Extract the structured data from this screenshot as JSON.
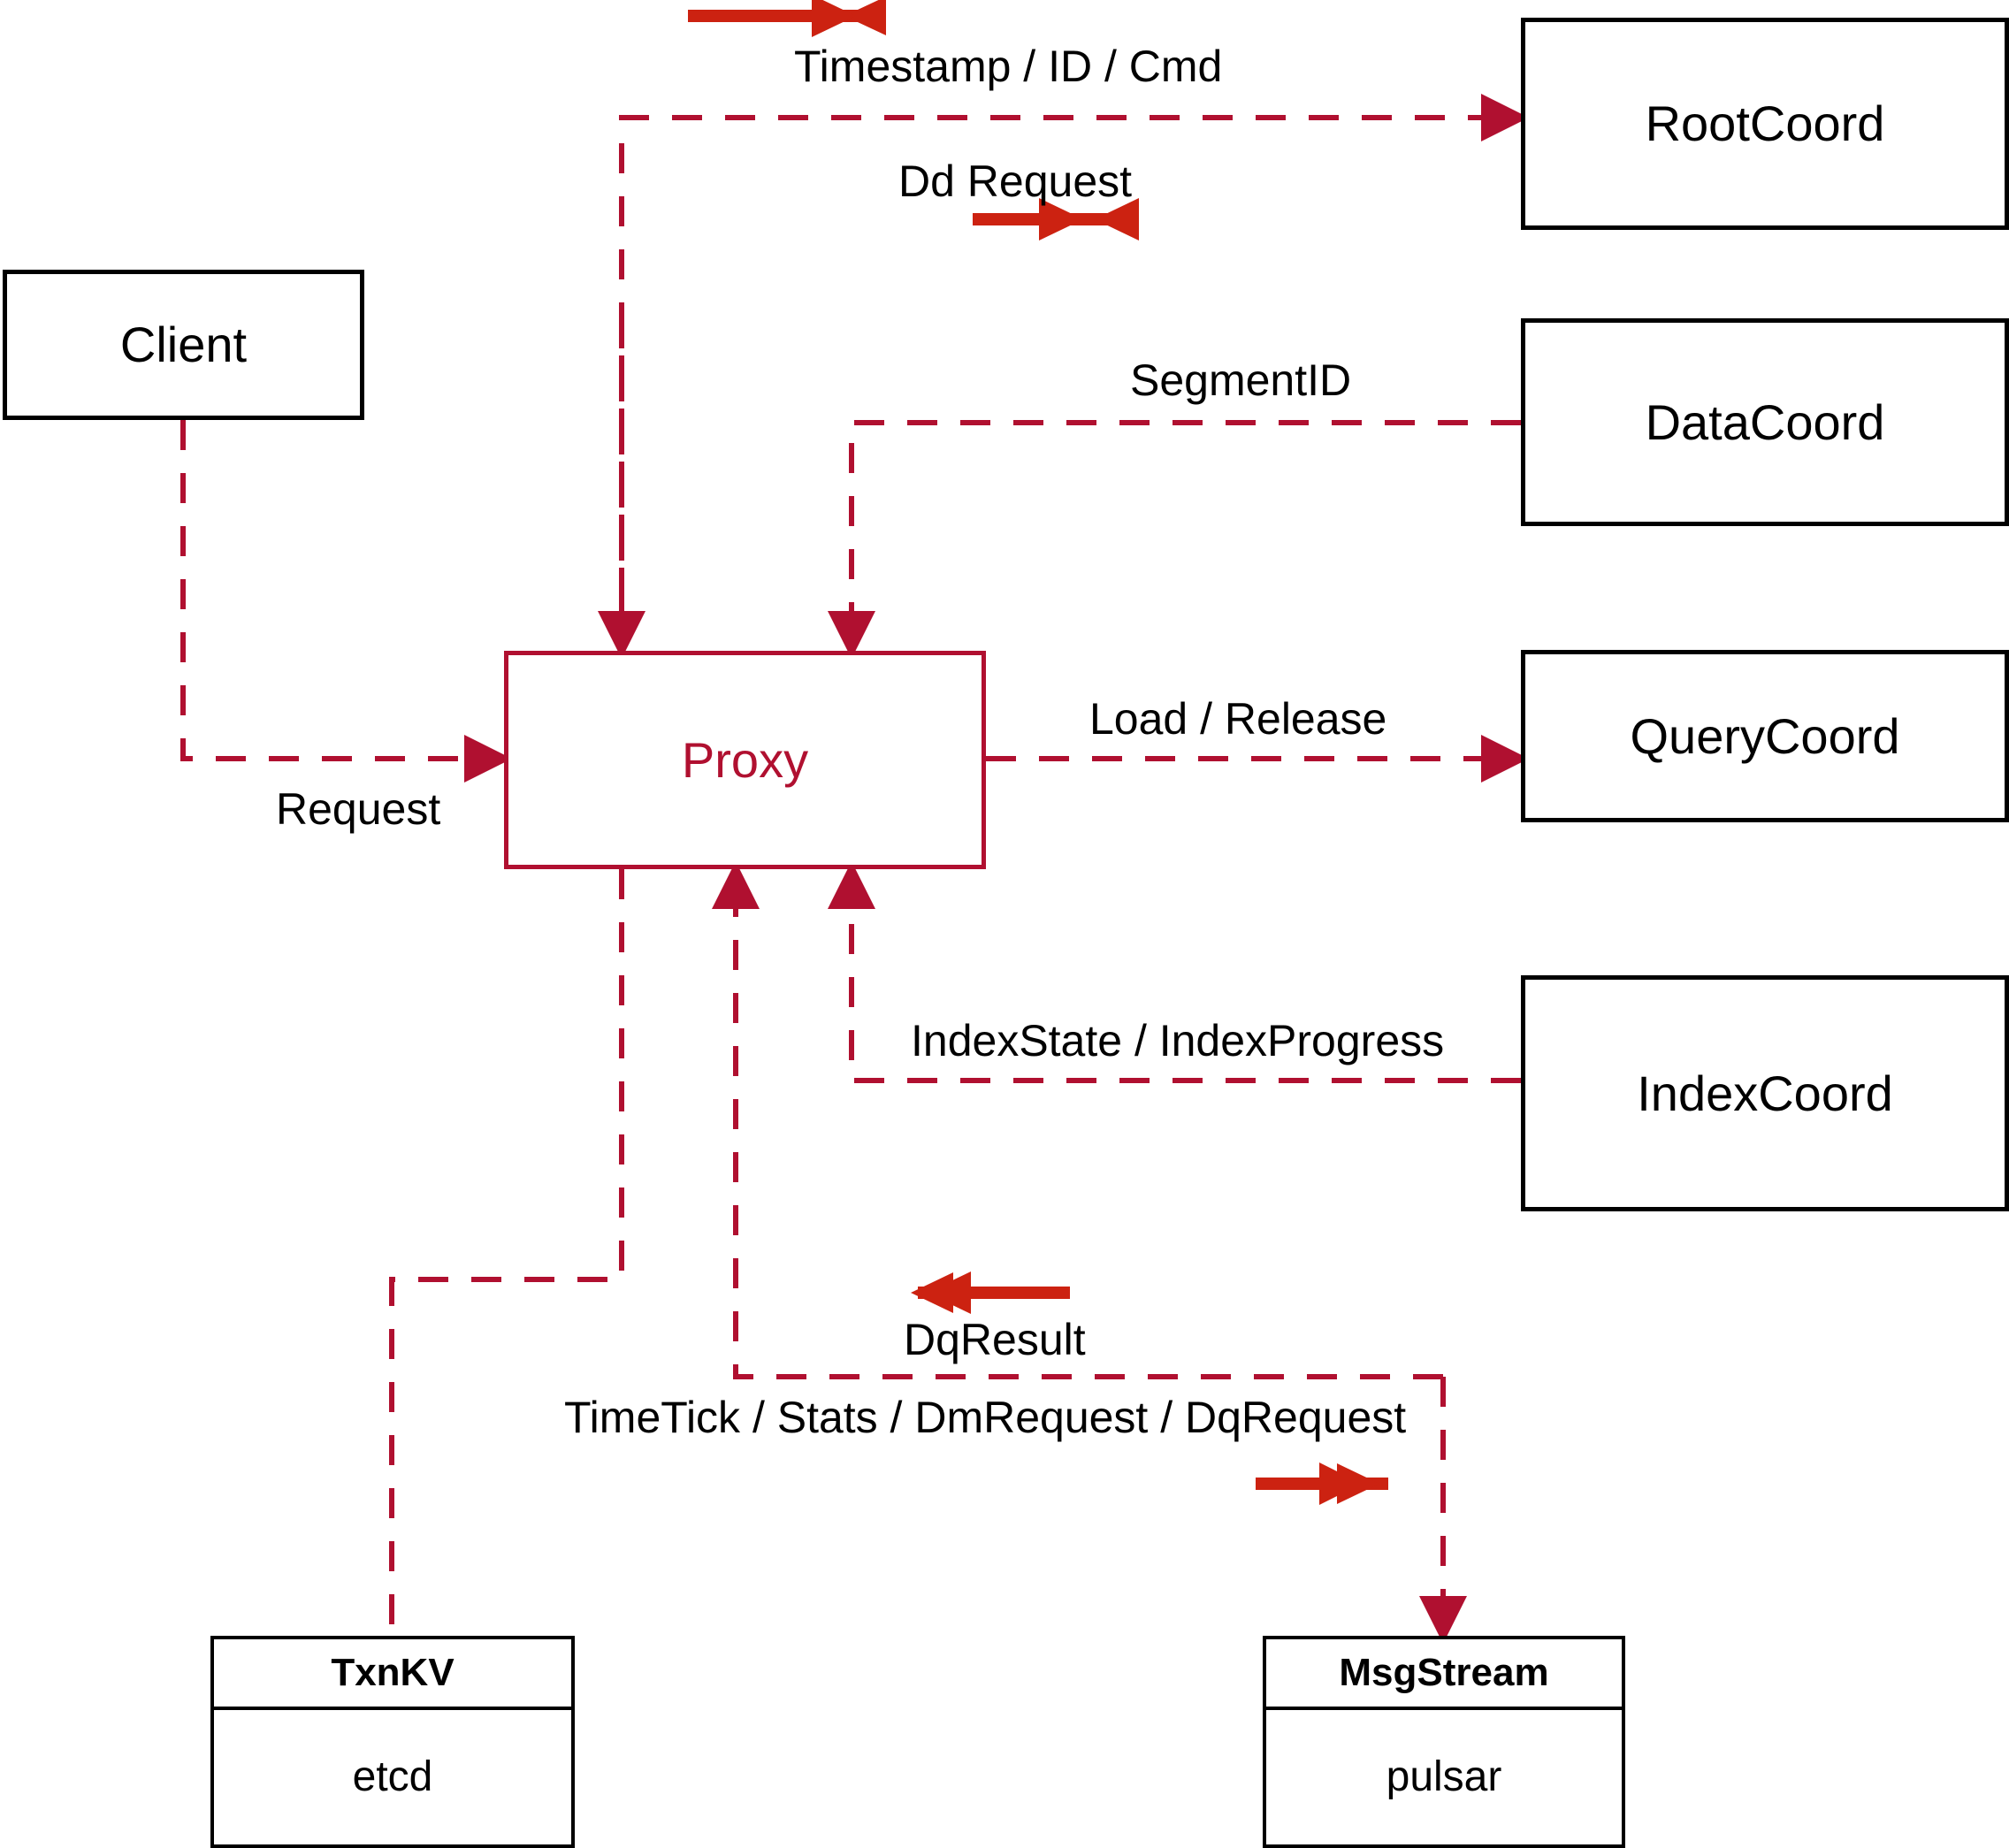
{
  "diagram": {
    "title": "Proxy architecture data flow",
    "colors": {
      "dashed_line": "#B01030",
      "solid_arrow": "#CC2211",
      "node_border": "#000000",
      "proxy_accent": "#B01030",
      "background": "#FFFFFF"
    }
  },
  "nodes": {
    "client": {
      "label": "Client"
    },
    "proxy": {
      "label": "Proxy"
    },
    "root_coord": {
      "label": "RootCoord"
    },
    "data_coord": {
      "label": "DataCoord"
    },
    "query_coord": {
      "label": "QueryCoord"
    },
    "index_coord": {
      "label": "IndexCoord"
    },
    "txnkv": {
      "title": "TxnKV",
      "impl": "etcd"
    },
    "msgstream": {
      "title": "MsgStream",
      "impl": "pulsar"
    }
  },
  "edge_labels": {
    "timestamp_id_cmd": "Timestamp / ID / Cmd",
    "dd_request": "Dd Request",
    "segment_id": "SegmentID",
    "request": "Request",
    "load_release": "Load / Release",
    "index_state_progress": "IndexState / IndexProgress",
    "dq_result": "DqResult",
    "timetick_stats": "TimeTick / Stats / DmRequest / DqRequest"
  }
}
